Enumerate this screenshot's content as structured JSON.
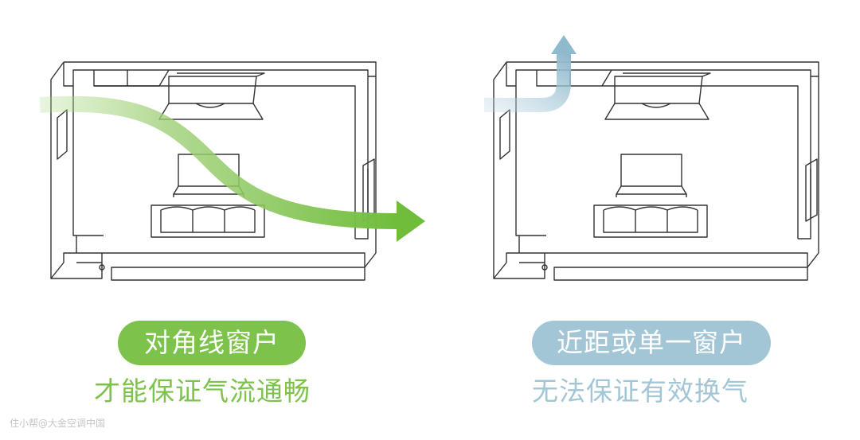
{
  "left_panel": {
    "pill_label": "对角线窗户",
    "subtitle": "才能保证气流通畅",
    "accent_color": "#7dc24b",
    "airflow_arrow": "green-diagonal-arrow-icon"
  },
  "right_panel": {
    "pill_label": "近距或单一窗户",
    "subtitle": "无法保证有效换气",
    "accent_color": "#a3c6d6",
    "airflow_arrow": "blue-short-up-arrow-icon"
  },
  "watermark": "住小帮@大金空调中国"
}
